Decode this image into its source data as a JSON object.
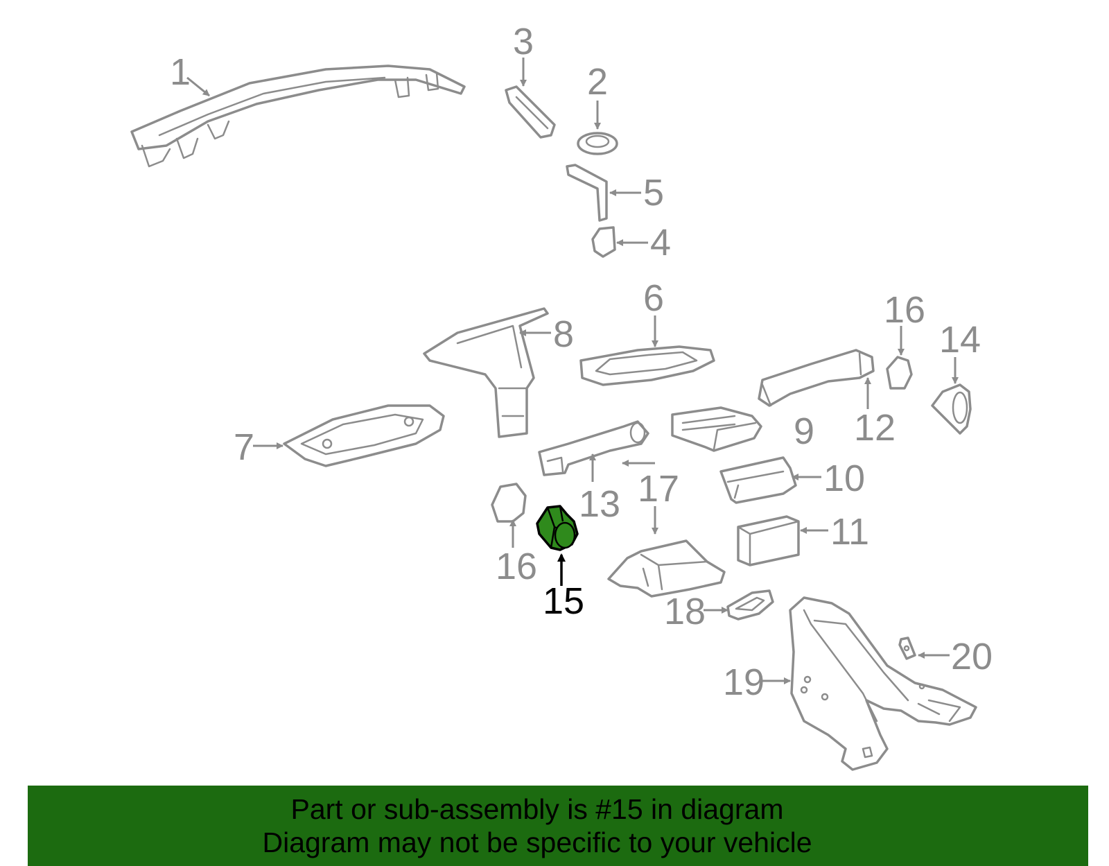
{
  "colors": {
    "outline": "#8c8c8c",
    "highlight_fill": "#2f8a1c",
    "highlight_stroke": "#000000",
    "footer_bg": "#1c6b10"
  },
  "callouts": {
    "c1": "1",
    "c2": "2",
    "c3": "3",
    "c4": "4",
    "c5": "5",
    "c6": "6",
    "c7": "7",
    "c8": "8",
    "c9": "9",
    "c10": "10",
    "c11": "11",
    "c12": "12",
    "c13": "13",
    "c14": "14",
    "c15": "15",
    "c16a": "16",
    "c16b": "16",
    "c17": "17",
    "c18": "18",
    "c19": "19",
    "c20": "20"
  },
  "highlighted_part": "15",
  "footer": {
    "line1": "Part or sub-assembly is #15 in diagram",
    "line2": "Diagram may not be specific to your vehicle"
  }
}
